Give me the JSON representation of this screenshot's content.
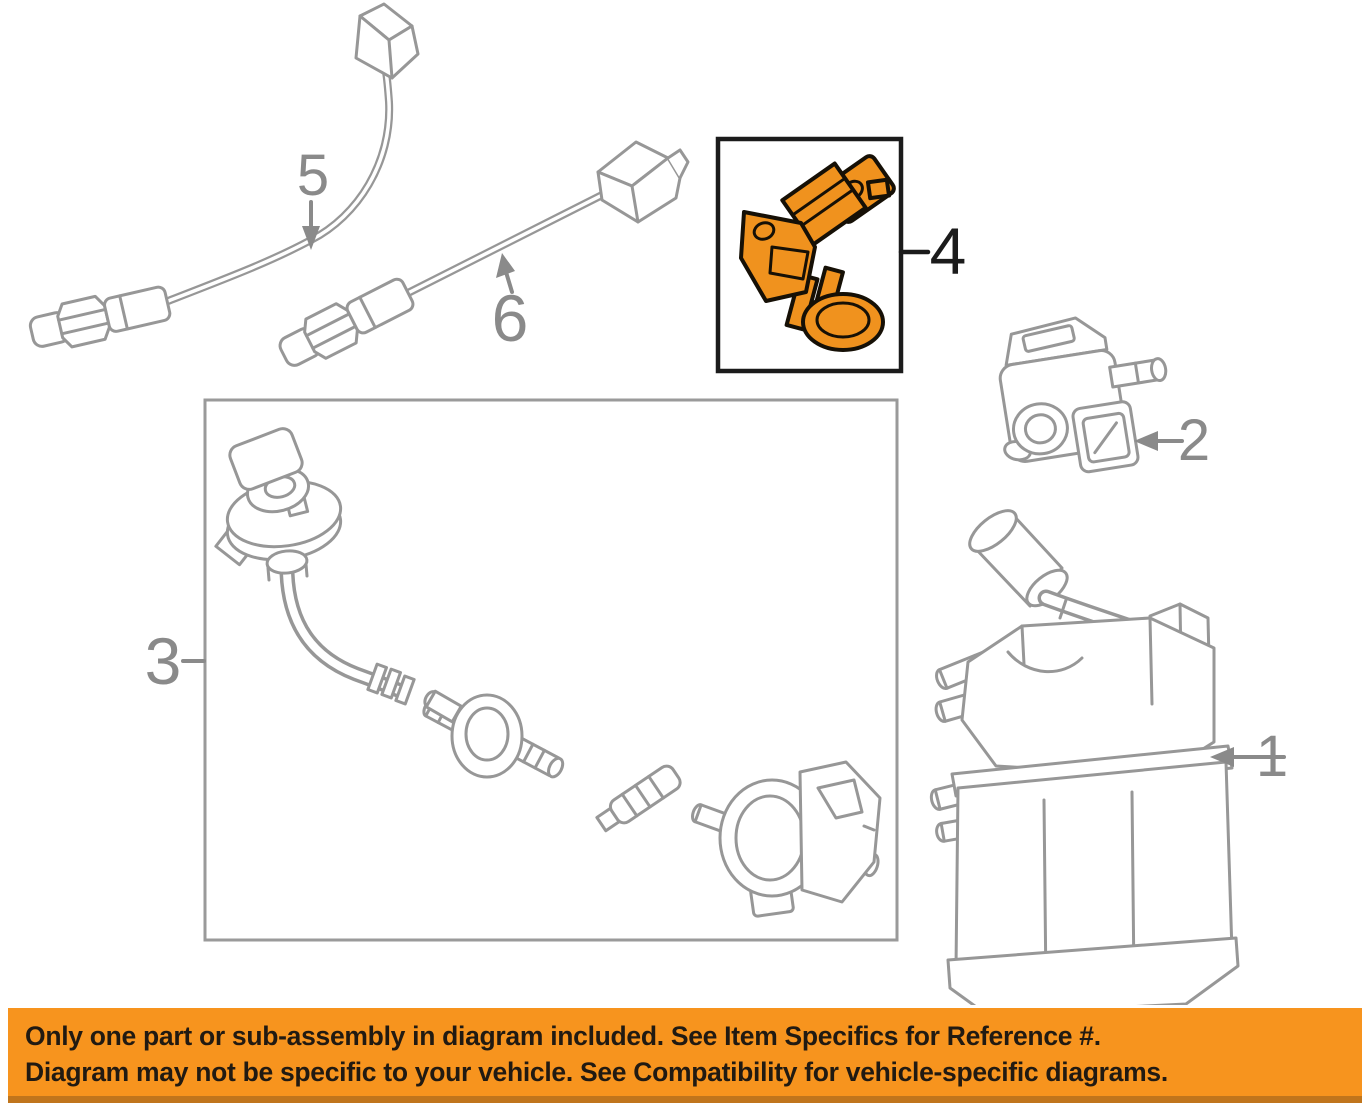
{
  "diagram": {
    "labels": [
      {
        "num": "1"
      },
      {
        "num": "2"
      },
      {
        "num": "3"
      },
      {
        "num": "4"
      },
      {
        "num": "5"
      },
      {
        "num": "6"
      }
    ],
    "colors": {
      "line": "#979797",
      "label": "#8A8A8A",
      "label_highlight": "#1B1B1B",
      "highlight": "#F0921E",
      "highlight_outline": "#161006"
    }
  },
  "banner": {
    "line1": "Only one part or sub-assembly in diagram included. See Item Specifics for Reference #.",
    "line2": "Diagram may not be specific to your vehicle. See Compatibility for vehicle-specific diagrams.",
    "colors": {
      "background": "#F7941E",
      "border_bottom": "#C0751C",
      "text": "#211A12"
    }
  }
}
